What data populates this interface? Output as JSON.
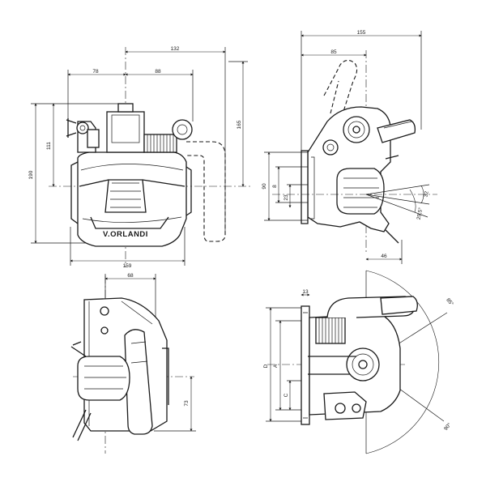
{
  "dimensions": {
    "front_width_right": "132",
    "front_left": "78",
    "front_right": "88",
    "front_height_total": "190",
    "front_height_upper": "111",
    "front_height_right": "165",
    "front_base_width": "159",
    "side_total": "155",
    "side_partial": "85",
    "side_height_90": "90",
    "side_8": "8",
    "side_23": "23",
    "side_angle_a": "32",
    "side_angle_b": "29,5°",
    "side_bottom_46": "46",
    "rear_width_68": "68",
    "rear_height_73": "73",
    "top_13": "13",
    "top_D": "D",
    "top_A": "A",
    "top_C": "C",
    "top_angle_85": "85°",
    "top_angle_90": "90°"
  },
  "brand_label": "V.ORLANDI"
}
